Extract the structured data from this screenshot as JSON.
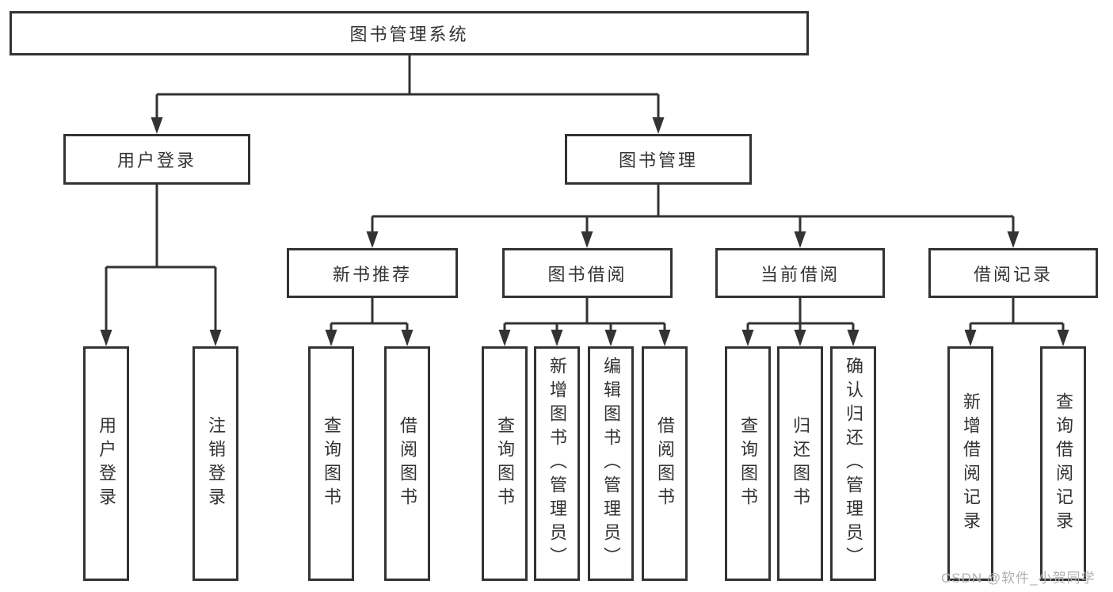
{
  "root": {
    "label": "图书管理系统"
  },
  "branches": [
    {
      "label": "用户登录",
      "children": [
        {
          "label": "用户登录"
        },
        {
          "label": "注销登录"
        }
      ]
    },
    {
      "label": "图书管理",
      "modules": [
        {
          "label": "新书推荐",
          "children": [
            {
              "label": "查询图书"
            },
            {
              "label": "借阅图书"
            }
          ]
        },
        {
          "label": "图书借阅",
          "children": [
            {
              "label": "查询图书"
            },
            {
              "label": "新增图书（管理员）"
            },
            {
              "label": "编辑图书（管理员）"
            },
            {
              "label": "借阅图书"
            }
          ]
        },
        {
          "label": "当前借阅",
          "children": [
            {
              "label": "查询图书"
            },
            {
              "label": "归还图书"
            },
            {
              "label": "确认归还（管理员）"
            }
          ]
        },
        {
          "label": "借阅记录",
          "children": [
            {
              "label": "新增借阅记录"
            },
            {
              "label": "查询借阅记录"
            }
          ]
        }
      ]
    }
  ],
  "watermark": {
    "text": "CSDN @软件_小贺同学"
  },
  "colors": {
    "line": "#333333",
    "box_border": "#333333",
    "text": "#333333",
    "watermark": "#b0b0b0",
    "background": "#ffffff"
  }
}
